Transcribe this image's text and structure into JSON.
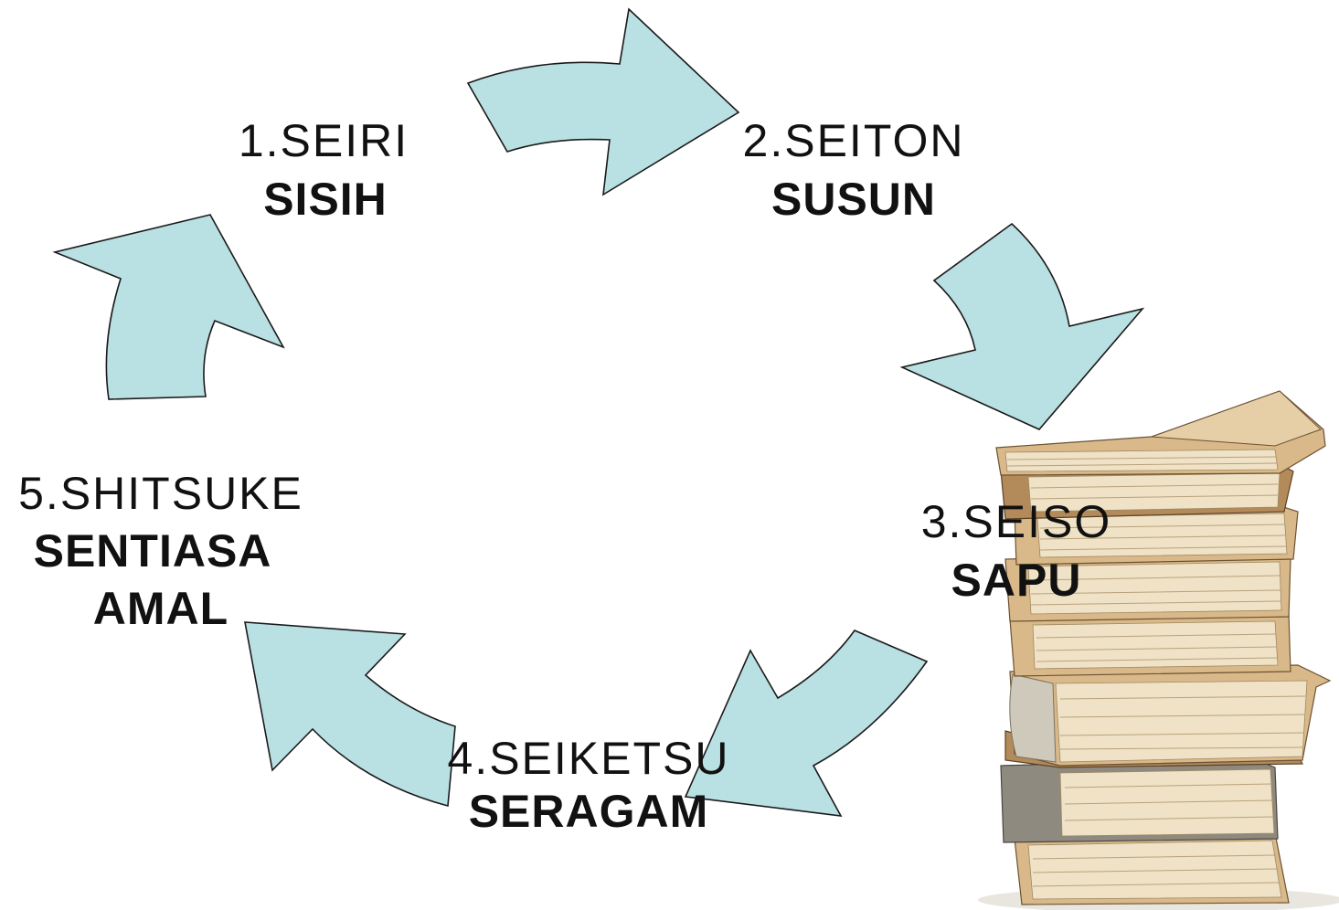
{
  "steps": [
    {
      "number_label": "1.SEIRI",
      "malay_label": "SISIH"
    },
    {
      "number_label": "2.SEITON",
      "malay_label": "SUSUN"
    },
    {
      "number_label": "3.SEISO",
      "malay_label": "SAPU"
    },
    {
      "number_label": "4.SEIKETSU",
      "malay_label": "SERAGAM"
    },
    {
      "number_label": "5.SHITSUKE",
      "malay_label_line1": "SENTIASA",
      "malay_label_line2": "AMAL"
    }
  ],
  "colors": {
    "arrow_fill": "#b9e0e3",
    "arrow_stroke": "#1a1a1a",
    "text": "#111111",
    "background": "#ffffff"
  },
  "images": {
    "book_stack": "stack-of-books-image"
  }
}
